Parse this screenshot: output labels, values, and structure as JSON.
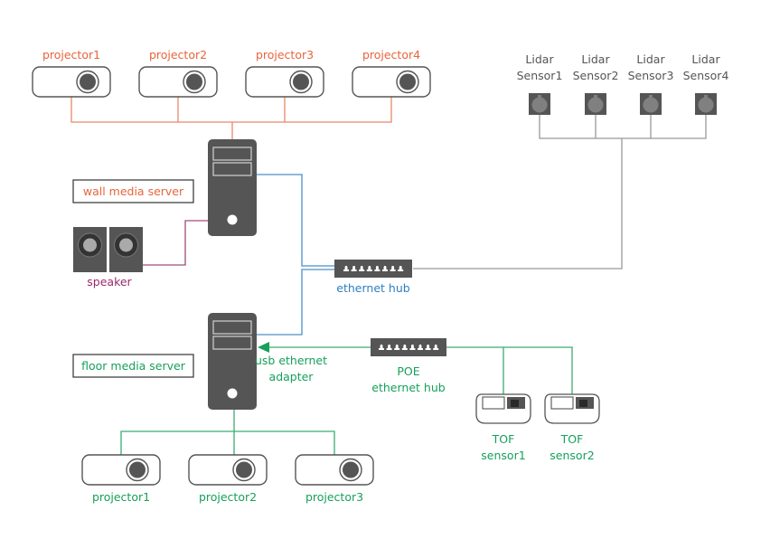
{
  "colors": {
    "wall": "#e8643c",
    "wall_line": "#e8886a",
    "network": "#2f7fc0",
    "network_line": "#4a90c8",
    "floor": "#16a05a",
    "floor_line": "#3aae70",
    "speaker": "#9a2a6a",
    "speaker_line": "#a24a78",
    "lidar": "#555555",
    "lidar_line": "#999999",
    "device": "#555555"
  },
  "wall_projectors": [
    {
      "label": "projector1"
    },
    {
      "label": "projector2"
    },
    {
      "label": "projector3"
    },
    {
      "label": "projector4"
    }
  ],
  "lidar_sensors": [
    {
      "line1": "Lidar",
      "line2": "Sensor1"
    },
    {
      "line1": "Lidar",
      "line2": "Sensor2"
    },
    {
      "line1": "Lidar",
      "line2": "Sensor3"
    },
    {
      "line1": "Lidar",
      "line2": "Sensor4"
    }
  ],
  "wall_server": {
    "label": "wall media server"
  },
  "speaker": {
    "label": "speaker"
  },
  "ethernet_hub": {
    "label": "ethernet hub",
    "ports": 8
  },
  "floor_server": {
    "label": "floor media server"
  },
  "usb_adapter": {
    "line1": "usb ethernet",
    "line2": "adapter"
  },
  "poe_hub": {
    "line1": "POE",
    "line2": "ethernet hub",
    "ports": 8
  },
  "tof_sensors": [
    {
      "line1": "TOF",
      "line2": "sensor1"
    },
    {
      "line1": "TOF",
      "line2": "sensor2"
    }
  ],
  "floor_projectors": [
    {
      "label": "projector1"
    },
    {
      "label": "projector2"
    },
    {
      "label": "projector3"
    }
  ]
}
